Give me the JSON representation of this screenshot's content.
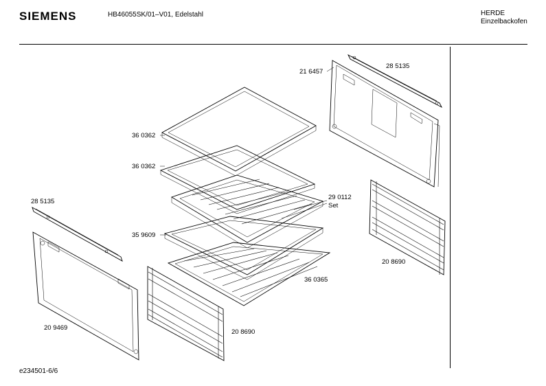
{
  "header": {
    "brand": "SIEMENS",
    "model": "HB46055SK/01–V01, Edelstahl",
    "category_line1": "HERDE",
    "category_line2": "Einzelbackofen"
  },
  "footer": {
    "doc_id": "e234501-6/6"
  },
  "parts": [
    {
      "id": "rail-top-right",
      "label": "28 5135"
    },
    {
      "id": "panel-top-right",
      "label": "21 6457"
    },
    {
      "id": "tray-upper",
      "label": "36 0362"
    },
    {
      "id": "tray-lower",
      "label": "36 0362"
    },
    {
      "id": "grill-set",
      "label": "29 0112",
      "sublabel": "Set"
    },
    {
      "id": "tray-frame",
      "label": "35 9609"
    },
    {
      "id": "wire-rack",
      "label": "36 0365"
    },
    {
      "id": "rack-guide-right",
      "label": "20 8690"
    },
    {
      "id": "rail-left",
      "label": "28 5135"
    },
    {
      "id": "panel-left",
      "label": "20 9469"
    },
    {
      "id": "rack-guide-bottom",
      "label": "20 8690"
    }
  ]
}
